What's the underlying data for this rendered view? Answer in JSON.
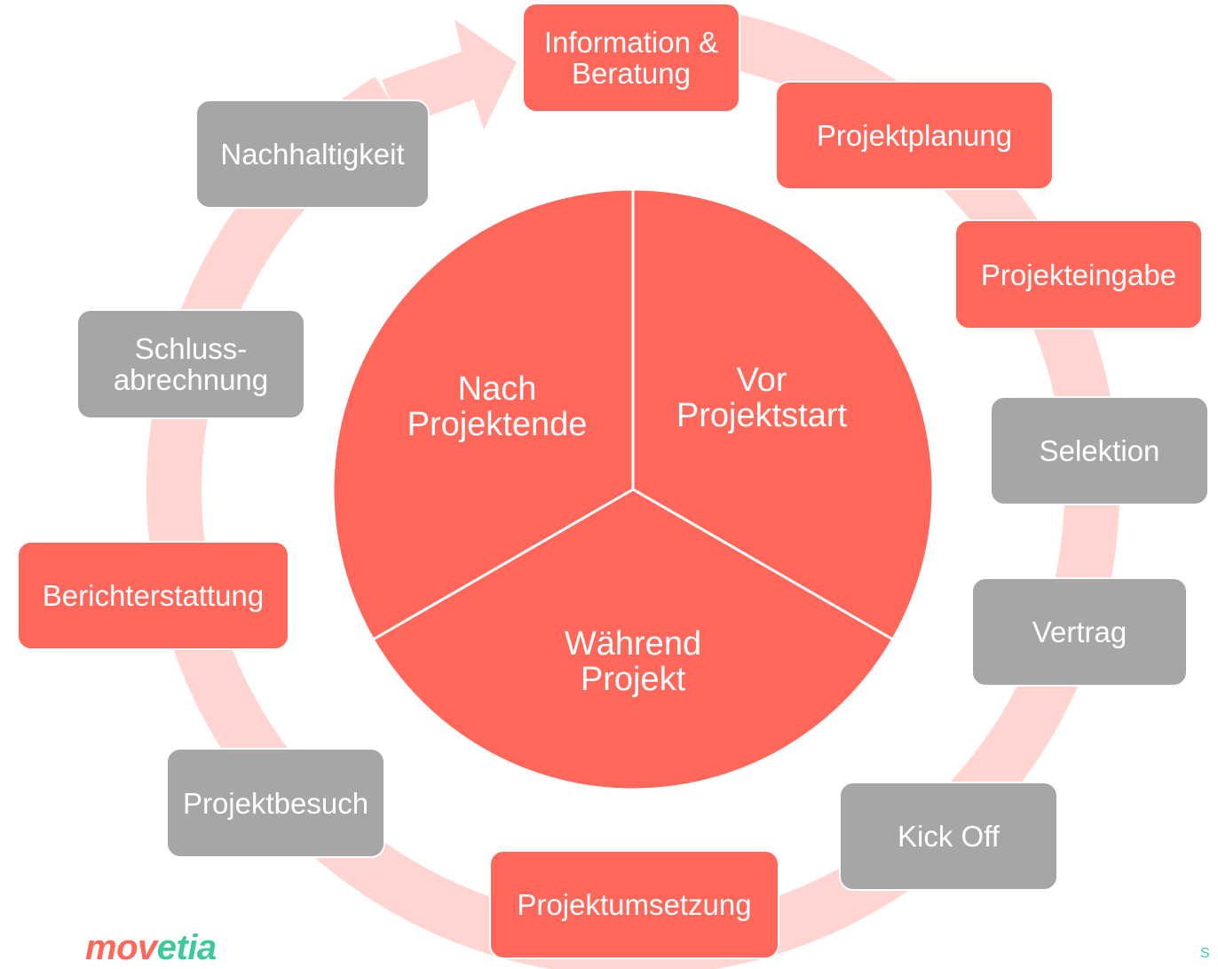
{
  "colors": {
    "ring": "#ffd4d1",
    "phase_red": "#ff675b",
    "step_red": "#ff675b",
    "step_gray": "#a6a6a6",
    "logo_red": "#ff675b",
    "logo_green": "#3ec99c"
  },
  "phases": [
    {
      "id": "vor",
      "label": "Vor\nProjektstart"
    },
    {
      "id": "waehrend",
      "label": "Während\nProjekt"
    },
    {
      "id": "nach",
      "label": "Nach\nProjektende"
    }
  ],
  "steps": [
    {
      "id": "information",
      "label": "Information &\nBeratung",
      "color": "red"
    },
    {
      "id": "projektplanung",
      "label": "Projektplanung",
      "color": "red"
    },
    {
      "id": "projekteingabe",
      "label": "Projekteingabe",
      "color": "red"
    },
    {
      "id": "selektion",
      "label": "Selektion",
      "color": "gray"
    },
    {
      "id": "vertrag",
      "label": "Vertrag",
      "color": "gray"
    },
    {
      "id": "kickoff",
      "label": "Kick Off",
      "color": "gray"
    },
    {
      "id": "projektumsetzung",
      "label": "Projektumsetzung",
      "color": "red"
    },
    {
      "id": "projektbesuch",
      "label": "Projektbesuch",
      "color": "gray"
    },
    {
      "id": "berichterstattung",
      "label": "Berichterstattung",
      "color": "red"
    },
    {
      "id": "schlussabrechnung",
      "label": "Schluss-\nabrechnung",
      "color": "gray"
    },
    {
      "id": "nachhaltigkeit",
      "label": "Nachhaltigkeit",
      "color": "gray"
    }
  ],
  "logo": {
    "part1": "mov",
    "part2": "etia"
  },
  "corner_text": "S"
}
